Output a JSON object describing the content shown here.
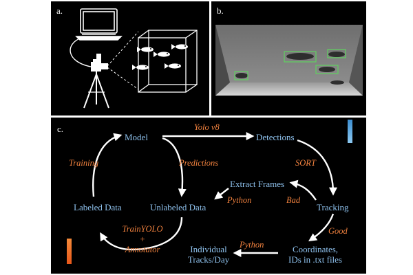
{
  "panels": {
    "a": {
      "label": "a."
    },
    "b": {
      "label": "b."
    },
    "c": {
      "label": "c."
    }
  },
  "nodes": {
    "model": "Model",
    "detections": "Detections",
    "labeled_data": "Labeled Data",
    "unlabeled_data": "Unlabeled Data",
    "extract_frames": "Extract Frames",
    "tracking": "Tracking",
    "coordinates": "Coordinates,",
    "coordinates_line2": "IDs in .txt files",
    "individual_tracks": "Individual",
    "individual_tracks_line2": "Tracks/Day"
  },
  "edges": {
    "yolo": "Yolo v8",
    "training": "Training",
    "predictions": "Predictions",
    "sort": "SORT",
    "python_extract": "Python",
    "bad": "Bad",
    "good": "Good",
    "python_tracks": "Python",
    "trainyolo": "TrainYOLO",
    "plus": "+",
    "annotator": "Annotator"
  },
  "colors": {
    "node_text": "#8fc2ee",
    "edge_text": "#f0813e",
    "arrow": "#ffffff",
    "bar_blue": "#5aa5d8",
    "bar_orange": "#f06a24",
    "detection_box": "#5fd35f"
  },
  "icons": [
    "laptop-icon",
    "camera-icon",
    "tripod-icon",
    "fish-tank-icon",
    "fish-icon"
  ]
}
